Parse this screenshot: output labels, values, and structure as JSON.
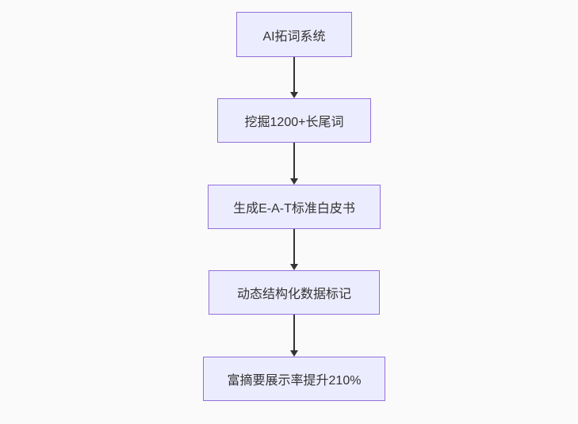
{
  "diagram": {
    "type": "flowchart",
    "direction": "top-down",
    "nodes": [
      {
        "id": "node-1",
        "label": "AI拓词系统"
      },
      {
        "id": "node-2",
        "label": "挖掘1200+长尾词"
      },
      {
        "id": "node-3",
        "label": "生成E-A-T标准白皮书"
      },
      {
        "id": "node-4",
        "label": "动态结构化数据标记"
      },
      {
        "id": "node-5",
        "label": "富摘要展示率提升210%"
      }
    ],
    "edges": [
      {
        "from": "node-1",
        "to": "node-2"
      },
      {
        "from": "node-2",
        "to": "node-3"
      },
      {
        "from": "node-3",
        "to": "node-4"
      },
      {
        "from": "node-4",
        "to": "node-5"
      }
    ],
    "colors": {
      "node_fill": "#ececff",
      "node_border": "#9370db",
      "node_text": "#333333",
      "arrow": "#333333",
      "background": "#fafafa"
    }
  }
}
